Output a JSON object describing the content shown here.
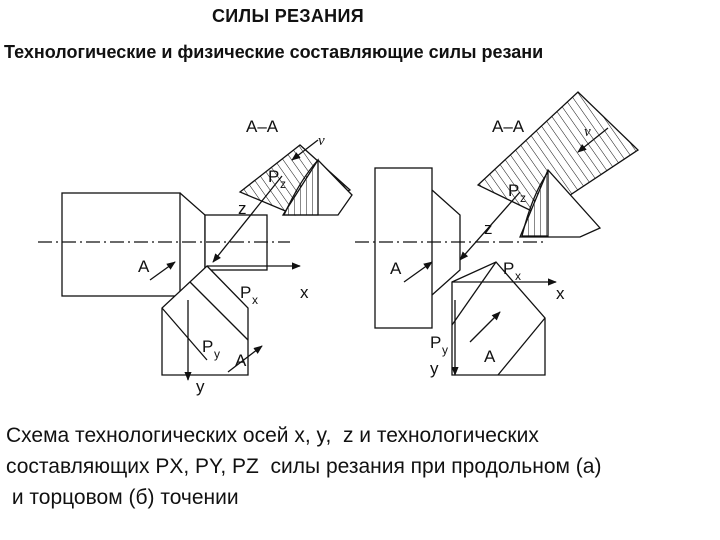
{
  "title": "СИЛЫ РЕЗАНИЯ",
  "subtitle": "Технологические и физические составляющие силы резани",
  "diagram": {
    "left": {
      "section": "А–А",
      "v": "v",
      "Pz": "P",
      "Pz_sub": "z",
      "z": "z",
      "A_top": "А",
      "Px": "P",
      "Px_sub": "x",
      "x": "x",
      "Py": "P",
      "Py_sub": "y",
      "y": "y",
      "A_bottom": "А"
    },
    "right": {
      "section": "А–А",
      "v": "v",
      "Pz": "P",
      "Pz_sub": "z",
      "z": "z",
      "A_top": "А",
      "Px": "P",
      "Px_sub": "x",
      "x": "x",
      "Py": "P",
      "Py_sub": "y",
      "y": "y",
      "A_bottom": "А"
    }
  },
  "caption": {
    "line1": "Схема технологических осей x, y,  z и технологических",
    "line2": "составляющих PX, PY, PZ  силы резания при продольном (а)",
    "line3": " и торцовом (б) точении"
  }
}
